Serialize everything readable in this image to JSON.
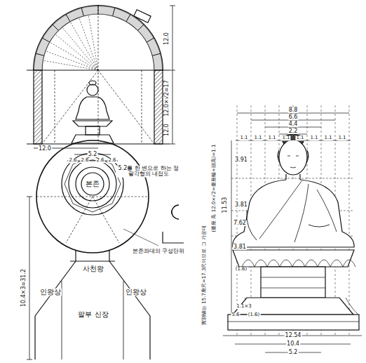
{
  "diagram": {
    "nodes": [
      {
        "text": [
          "본존"
        ]
      }
    ],
    "labels": [
      "12.0",
      "12.0×√2=17",
      "12.0",
      "12.0",
      "5.2",
      "2.6",
      "2.6",
      "2.6",
      "2.6",
      "5.2를 한 변으로 하는 정 팔각형의 내접도",
      "본존좌대의 구성단위",
      "10.4×3=31.2",
      "사천왕",
      "인왕상",
      "인왕상",
      "팔부 신장",
      "8.8",
      "6.6",
      "4.4",
      "2.2",
      "1.1",
      "1.1",
      "1.1",
      "1.1",
      "1.1",
      "1.1",
      "1.1",
      "1.1",
      "3.91",
      "11.53",
      "3.81",
      "7.62",
      "3.81",
      "(臺座 高 12.0×√2=臺座幅+頭高)=1.1",
      "實測値는 15.7唐尺=17.3尺이므로 그 가운데",
      "(1.6)",
      "1.1×3",
      "5.6",
      "(1.6)",
      "12.54",
      "10.4",
      "5.2"
    ]
  }
}
